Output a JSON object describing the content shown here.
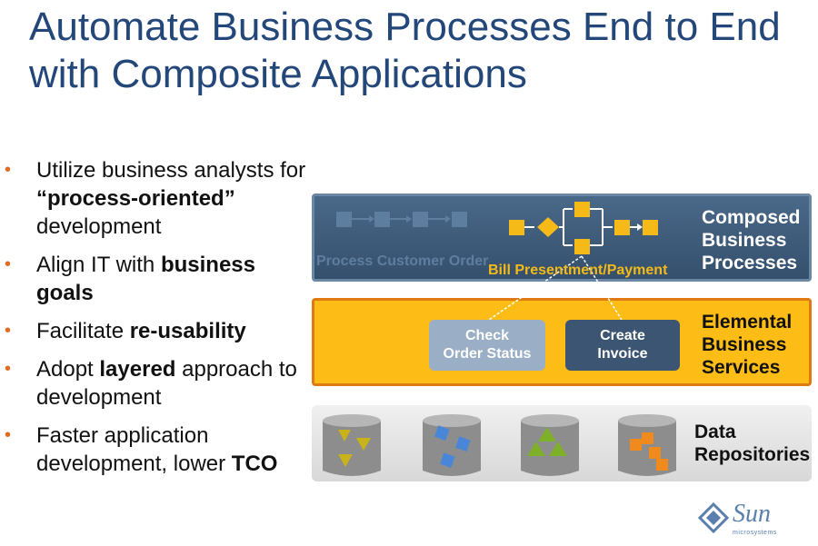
{
  "title": "Automate Business Processes End to End with Composite Applications",
  "bullets": [
    {
      "parts": [
        {
          "t": "Utilize business analysts for "
        },
        {
          "t": "“process-oriented”",
          "b": true
        },
        {
          "t": " development"
        }
      ]
    },
    {
      "parts": [
        {
          "t": "Align IT with "
        },
        {
          "t": "business goals",
          "b": true
        }
      ]
    },
    {
      "parts": [
        {
          "t": "Facilitate "
        },
        {
          "t": "re-usability",
          "b": true
        }
      ]
    },
    {
      "parts": [
        {
          "t": "Adopt "
        },
        {
          "t": "layered",
          "b": true
        },
        {
          "t": " approach to development"
        }
      ]
    },
    {
      "parts": [
        {
          "t": "Faster application development, lower "
        },
        {
          "t": "TCO",
          "b": true
        }
      ]
    }
  ],
  "layers": {
    "composed": {
      "label_lines": [
        "Composed",
        "Business",
        "Processes"
      ]
    },
    "elemental": {
      "label_lines": [
        "Elemental",
        "Business",
        "Services"
      ]
    },
    "data": {
      "label_lines": [
        "Data",
        "Repositories"
      ]
    }
  },
  "processes": {
    "customer_order": "Process Customer Order",
    "bill": "Bill Presentment/Payment"
  },
  "services": {
    "check_lines": [
      "Check",
      "Order Status"
    ],
    "create_lines": [
      "Create",
      "Invoice"
    ]
  },
  "logo": {
    "text": "Sun",
    "sub": "microsystems"
  },
  "colors": {
    "title": "#24477a",
    "bullet": "#e66a1c",
    "composed": "#3c5a7a",
    "elemental": "#fdbd16",
    "accent": "#f5b918"
  },
  "repositories": [
    {
      "icon": "yellow-pyramids-icon",
      "color": "#c9b21a"
    },
    {
      "icon": "blue-cubes-icon",
      "color": "#4a86d8"
    },
    {
      "icon": "green-pyramids-icon",
      "color": "#7fb02a"
    },
    {
      "icon": "orange-cubes-icon",
      "color": "#f08a1c"
    }
  ]
}
